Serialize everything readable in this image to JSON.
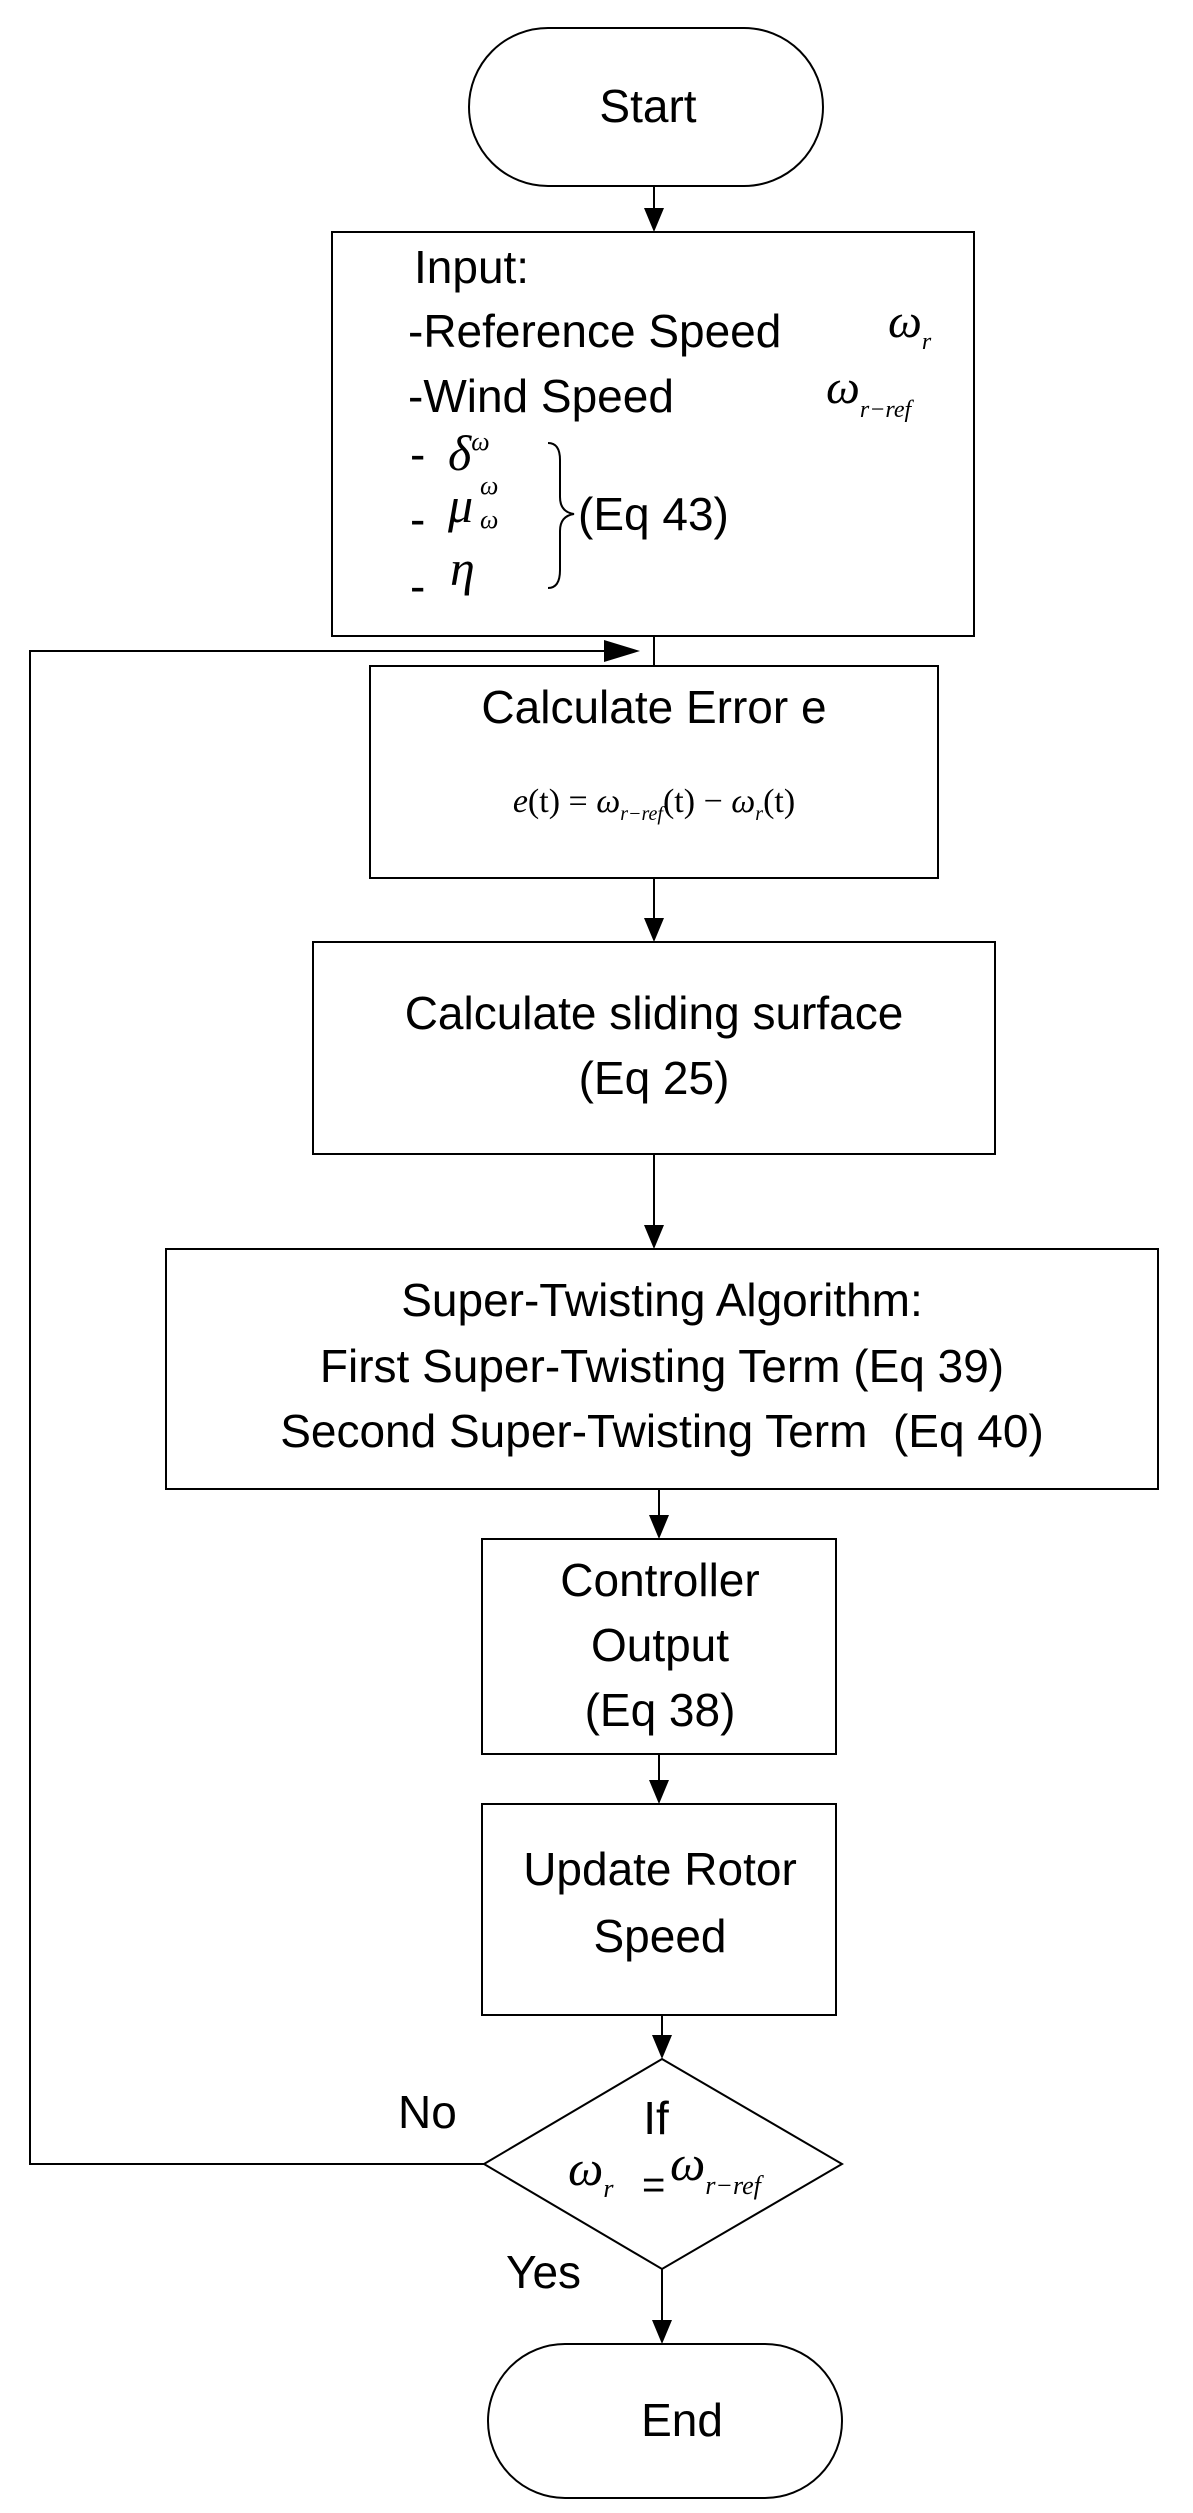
{
  "start": {
    "label": "Start"
  },
  "input": {
    "title": "Input:",
    "reference_speed": "-Reference Speed",
    "reference_speed_symbol": {
      "base": "ω",
      "sub": "r"
    },
    "wind_speed": "-Wind Speed",
    "wind_speed_symbol": {
      "base": "ω",
      "sub": "r−ref"
    },
    "dashes": [
      "-",
      "-",
      "-"
    ],
    "delta_symbol": {
      "base": "δ",
      "sup": "ω"
    },
    "mu_symbol": {
      "base": "μ",
      "sub": "ω",
      "sup": "ω"
    },
    "eta_symbol": "η",
    "equation_ref": "(Eq 43)"
  },
  "calc_error": {
    "title": "Calculate Error e",
    "formula": {
      "lhs": "e",
      "lhs_arg": "(t)",
      "equals": " = ",
      "term1_base": "ω",
      "term1_sub": "r−ref",
      "term1_arg": "(t)",
      "minus": " − ",
      "term2_base": "ω",
      "term2_sub": "r",
      "term2_arg": "(t)"
    }
  },
  "sliding": {
    "line1": "Calculate sliding surface",
    "line2": "(Eq 25)"
  },
  "sta": {
    "line1": "Super-Twisting Algorithm:",
    "line2": "First Super-Twisting Term (Eq 39)",
    "line3": "Second Super-Twisting Term  (Eq 40)"
  },
  "controller": {
    "line1": "Controller",
    "line2": "Output",
    "line3": "(Eq 38)"
  },
  "update": {
    "line1": "Update Rotor",
    "line2": "Speed"
  },
  "decision": {
    "line1": "If",
    "lhs_base": "ω",
    "lhs_sub": "r",
    "equals": "=",
    "rhs_base": "ω",
    "rhs_sub": "r−ref"
  },
  "labels": {
    "no": "No",
    "yes": "Yes"
  },
  "end": {
    "label": "End"
  }
}
